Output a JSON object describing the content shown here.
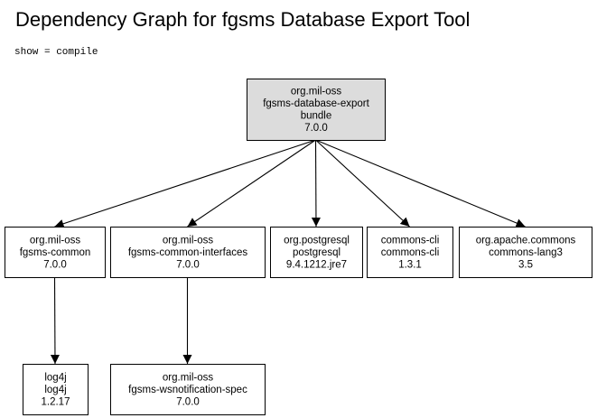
{
  "header": {
    "title": "Dependency Graph for fgsms Database Export Tool",
    "subtitle": "show = compile"
  },
  "colors": {
    "root_fill": "#dcdcdc",
    "node_fill": "#ffffff",
    "stroke": "#000000"
  },
  "nodes": [
    {
      "id": "root",
      "lines": [
        "org.mil-oss",
        "fgsms-database-export",
        "bundle",
        "7.0.0"
      ],
      "root": true
    },
    {
      "id": "common",
      "lines": [
        "org.mil-oss",
        "fgsms-common",
        "7.0.0"
      ]
    },
    {
      "id": "interfaces",
      "lines": [
        "org.mil-oss",
        "fgsms-common-interfaces",
        "7.0.0"
      ]
    },
    {
      "id": "postgresql",
      "lines": [
        "org.postgresql",
        "postgresql",
        "9.4.1212.jre7"
      ]
    },
    {
      "id": "cli",
      "lines": [
        "commons-cli",
        "commons-cli",
        "1.3.1"
      ]
    },
    {
      "id": "lang3",
      "lines": [
        "org.apache.commons",
        "commons-lang3",
        "3.5"
      ]
    },
    {
      "id": "log4j",
      "lines": [
        "log4j",
        "log4j",
        "1.2.17"
      ]
    },
    {
      "id": "wsnotification",
      "lines": [
        "org.mil-oss",
        "fgsms-wsnotification-spec",
        "7.0.0"
      ]
    }
  ],
  "edges": [
    {
      "from": "root",
      "to": "common"
    },
    {
      "from": "root",
      "to": "interfaces"
    },
    {
      "from": "root",
      "to": "postgresql"
    },
    {
      "from": "root",
      "to": "cli"
    },
    {
      "from": "root",
      "to": "lang3"
    },
    {
      "from": "common",
      "to": "log4j"
    },
    {
      "from": "interfaces",
      "to": "wsnotification"
    }
  ]
}
